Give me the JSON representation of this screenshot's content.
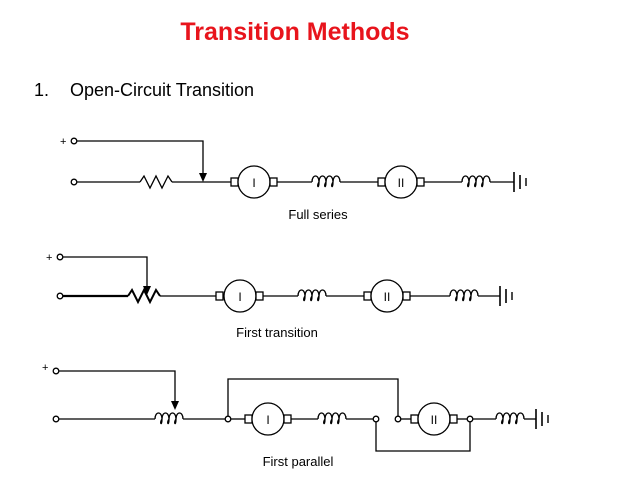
{
  "slide": {
    "title": "Transition Methods",
    "item_number": "1.",
    "item_text": "Open-Circuit Transition"
  },
  "diagram": {
    "plus_sign": "+",
    "motor_1_label": "I",
    "motor_2_label": "II",
    "circuits": [
      {
        "caption": "Full series"
      },
      {
        "caption": "First transition"
      },
      {
        "caption": "First parallel"
      }
    ]
  }
}
